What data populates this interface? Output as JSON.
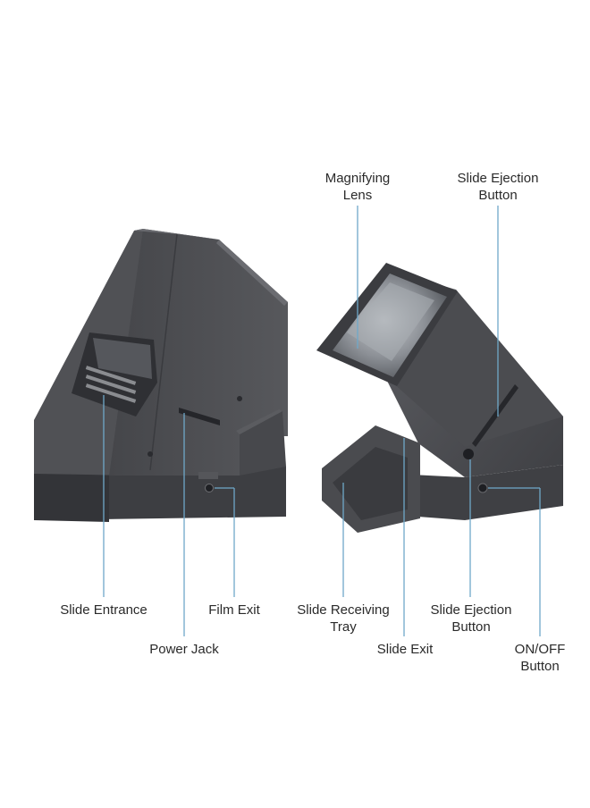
{
  "colors": {
    "background": "#ffffff",
    "device_body": "#4a4b4f",
    "device_dark": "#2e2f33",
    "callout_line": "#6fa8c9",
    "text": "#2a2a2a"
  },
  "labels": {
    "magnifying_lens": [
      "Magnifying",
      "Lens"
    ],
    "slide_ejection_button_top": [
      "Slide Ejection",
      "Button"
    ],
    "slide_entrance": [
      "Slide Entrance"
    ],
    "film_exit": [
      "Film Exit"
    ],
    "power_jack": [
      "Power Jack"
    ],
    "slide_receiving_tray": [
      "Slide Receiving",
      "Tray"
    ],
    "slide_ejection_button_bottom": [
      "Slide Ejection",
      "Button"
    ],
    "slide_exit": [
      "Slide Exit"
    ],
    "on_off_button": [
      "ON/OFF",
      "Button"
    ]
  }
}
